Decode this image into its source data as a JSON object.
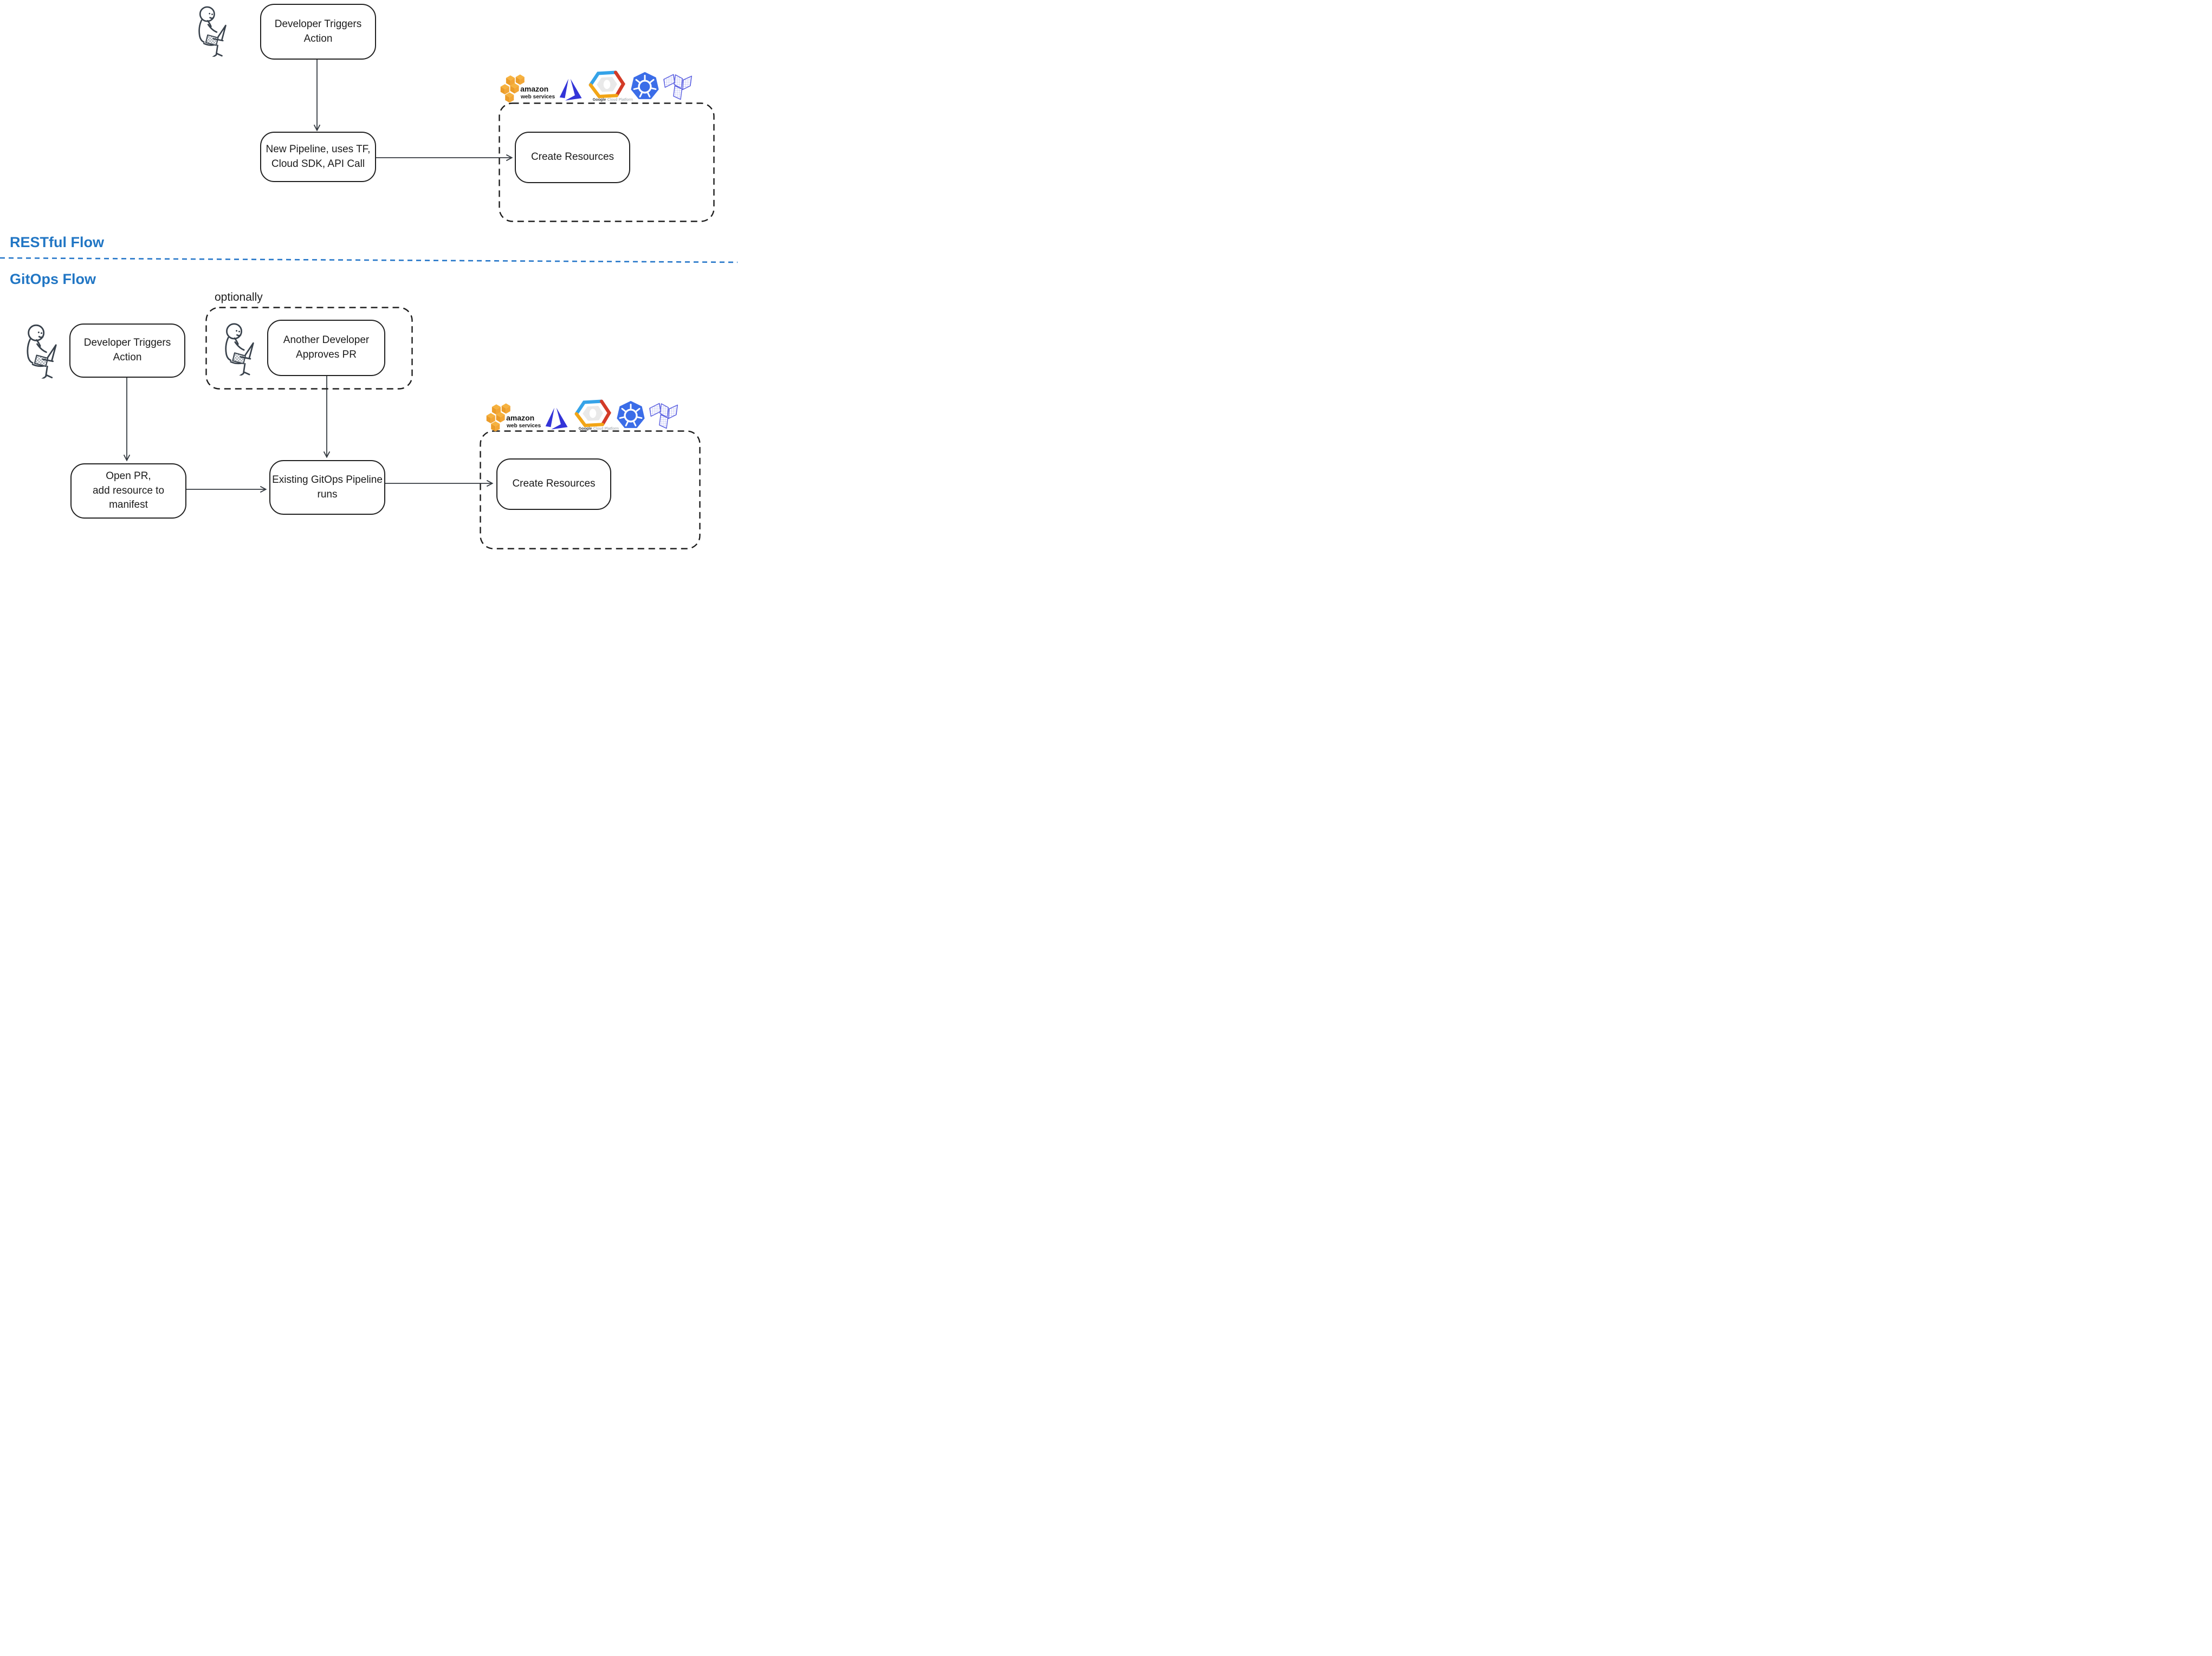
{
  "sections": {
    "restful": {
      "label": "RESTful Flow",
      "boxes": {
        "trigger": [
          "Developer Triggers",
          "Action"
        ],
        "pipeline": [
          "New Pipeline, uses TF,",
          "Cloud SDK, API Call"
        ],
        "create": [
          "Create Resources"
        ]
      }
    },
    "gitops": {
      "label": "GitOps Flow",
      "optional_label": "optionally",
      "boxes": {
        "trigger": [
          "Developer Triggers",
          "Action"
        ],
        "approve": [
          "Another Developer",
          "Approves PR"
        ],
        "open_pr": [
          "Open PR,",
          "add resource to",
          "manifest"
        ],
        "pipeline": [
          "Existing GitOps Pipeline",
          "runs"
        ],
        "create": [
          "Create Resources"
        ]
      }
    }
  },
  "logos": {
    "aws": {
      "line1": "amazon",
      "line2": "web services"
    },
    "gcp": {
      "brand": "Google",
      "rest": "Cloud Platform"
    }
  },
  "colors": {
    "accent_blue": "#2176c4",
    "divider_blue": "#2677c9",
    "box_stroke": "#222222",
    "arrow": "#343a40",
    "aws_orange": "#f0a232",
    "azure_blue": "#3334d8",
    "gcp_blue": "#35a3e8",
    "gcp_red": "#d33b27",
    "gcp_yellow": "#f2a516",
    "kubernetes_blue": "#3b6de8",
    "terraform_indigo": "#5a5fe0"
  }
}
